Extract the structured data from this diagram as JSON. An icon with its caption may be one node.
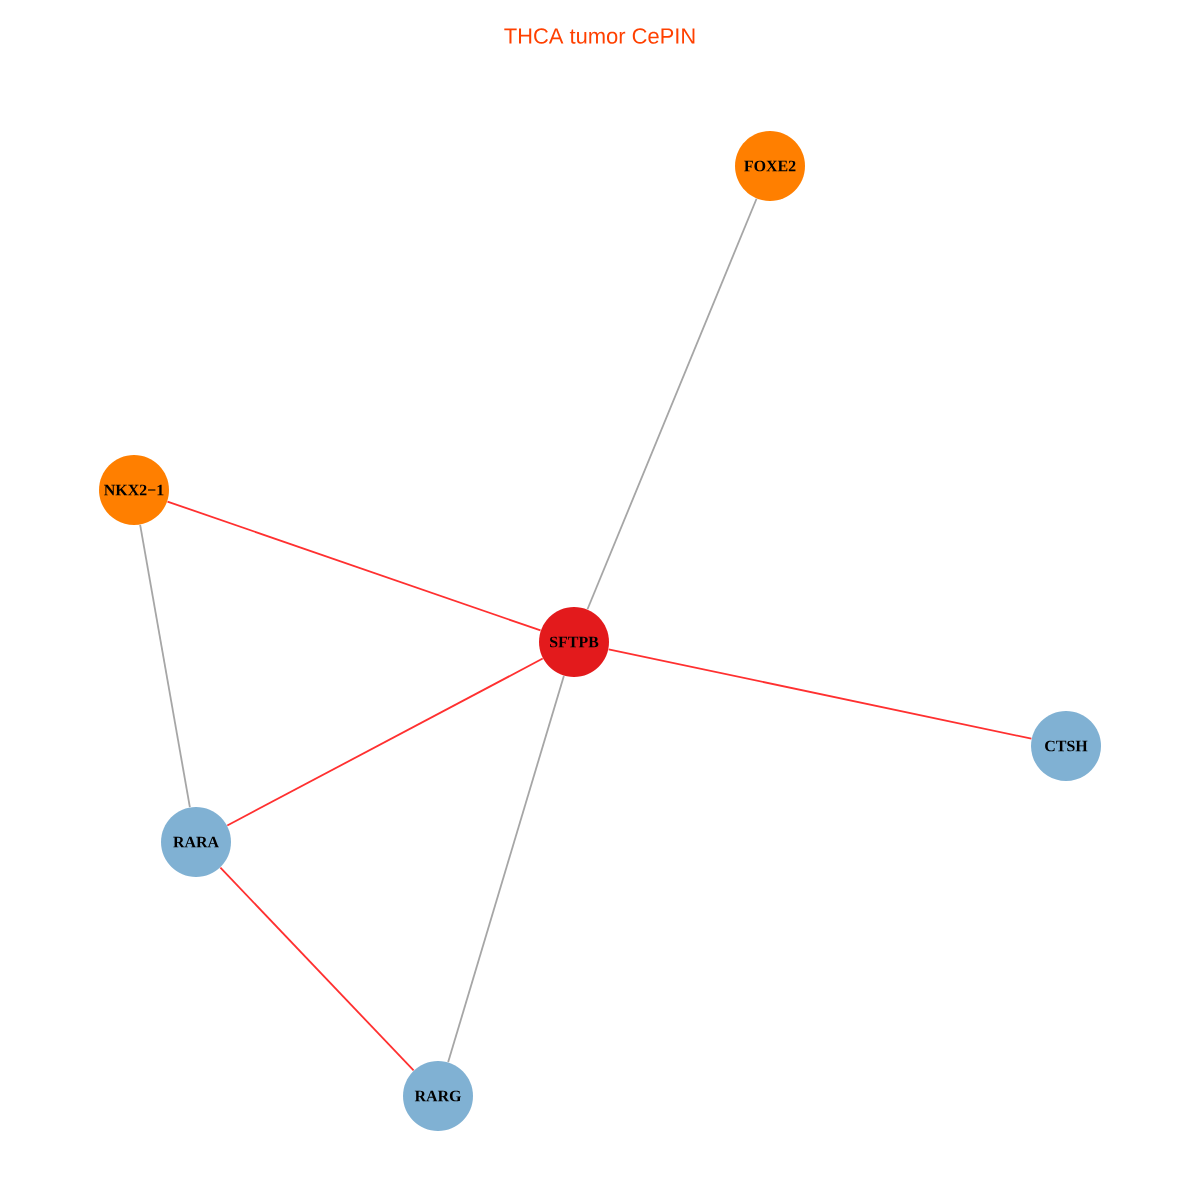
{
  "diagram": {
    "title": "THCA tumor CePIN",
    "nodes": [
      {
        "text": [
          "FOXE2"
        ]
      },
      {
        "text": [
          "NKX2−1"
        ]
      },
      {
        "text": [
          "SFTPB"
        ]
      },
      {
        "text": [
          "CTSH"
        ]
      },
      {
        "text": [
          "RARA"
        ]
      },
      {
        "text": [
          "RARG"
        ]
      }
    ],
    "edges": [
      {
        "from": 0,
        "to": 2,
        "arrow": "none",
        "color": "#a6a6a6"
      },
      {
        "from": 1,
        "to": 2,
        "arrow": "none"
      },
      {
        "from": 2,
        "to": 3,
        "arrow": "none"
      },
      {
        "from": 2,
        "to": 4,
        "arrow": "none"
      },
      {
        "from": 2,
        "to": 5,
        "arrow": "none",
        "color": "#a6a6a6"
      },
      {
        "from": 1,
        "to": 4,
        "arrow": "none",
        "color": "#a6a6a6"
      },
      {
        "from": 4,
        "to": 5,
        "arrow": "none"
      }
    ]
  }
}
